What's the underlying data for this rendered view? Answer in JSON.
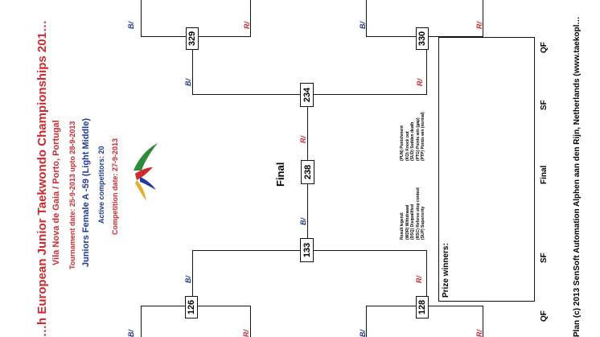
{
  "header": {
    "title": "…h European Junior Taekwondo Championships 201…",
    "location": "Vila Nova de Gaia / Porto, Portugal",
    "tournament_date": "Tournament date: 25-9-2013 upto 28-9-2013",
    "category": "Juniors Female A -59 (Light Middle)",
    "competitors": "Active competitors: 20",
    "competition_date": "Competition date: 27-9-2013"
  },
  "bracket": {
    "final_label": "Final",
    "matches": {
      "m126": "126",
      "m128": "128",
      "m133": "133",
      "m238": "238",
      "m234": "234",
      "m329": "329",
      "m330": "330"
    },
    "blue_tag": "B/",
    "red_tag": "R/"
  },
  "legend": {
    "col1": [
      "Result legend:",
      "(WDR) Withdrawal",
      "(DSQ) Disqualified",
      "(RSC) Referee stop contest",
      "(SUP) Superiority"
    ],
    "col2": [
      "(PUN) Punishment",
      "(KO) Knock out",
      "(SUD) Sudden death",
      "(PTG) Points win (gap)",
      "(PTP) Points win (normal)"
    ]
  },
  "prize": {
    "label": "Prize winners:",
    "round_labels": [
      "QF",
      "SF",
      "Final",
      "SF",
      "QF"
    ]
  },
  "footer": "Plan (c) 2013 SenSoft Automation Alphen aan den Rijn, Netherlands (www.taekopl…",
  "colors": {
    "blue": "#1f3a9c",
    "red": "#d0282f"
  }
}
